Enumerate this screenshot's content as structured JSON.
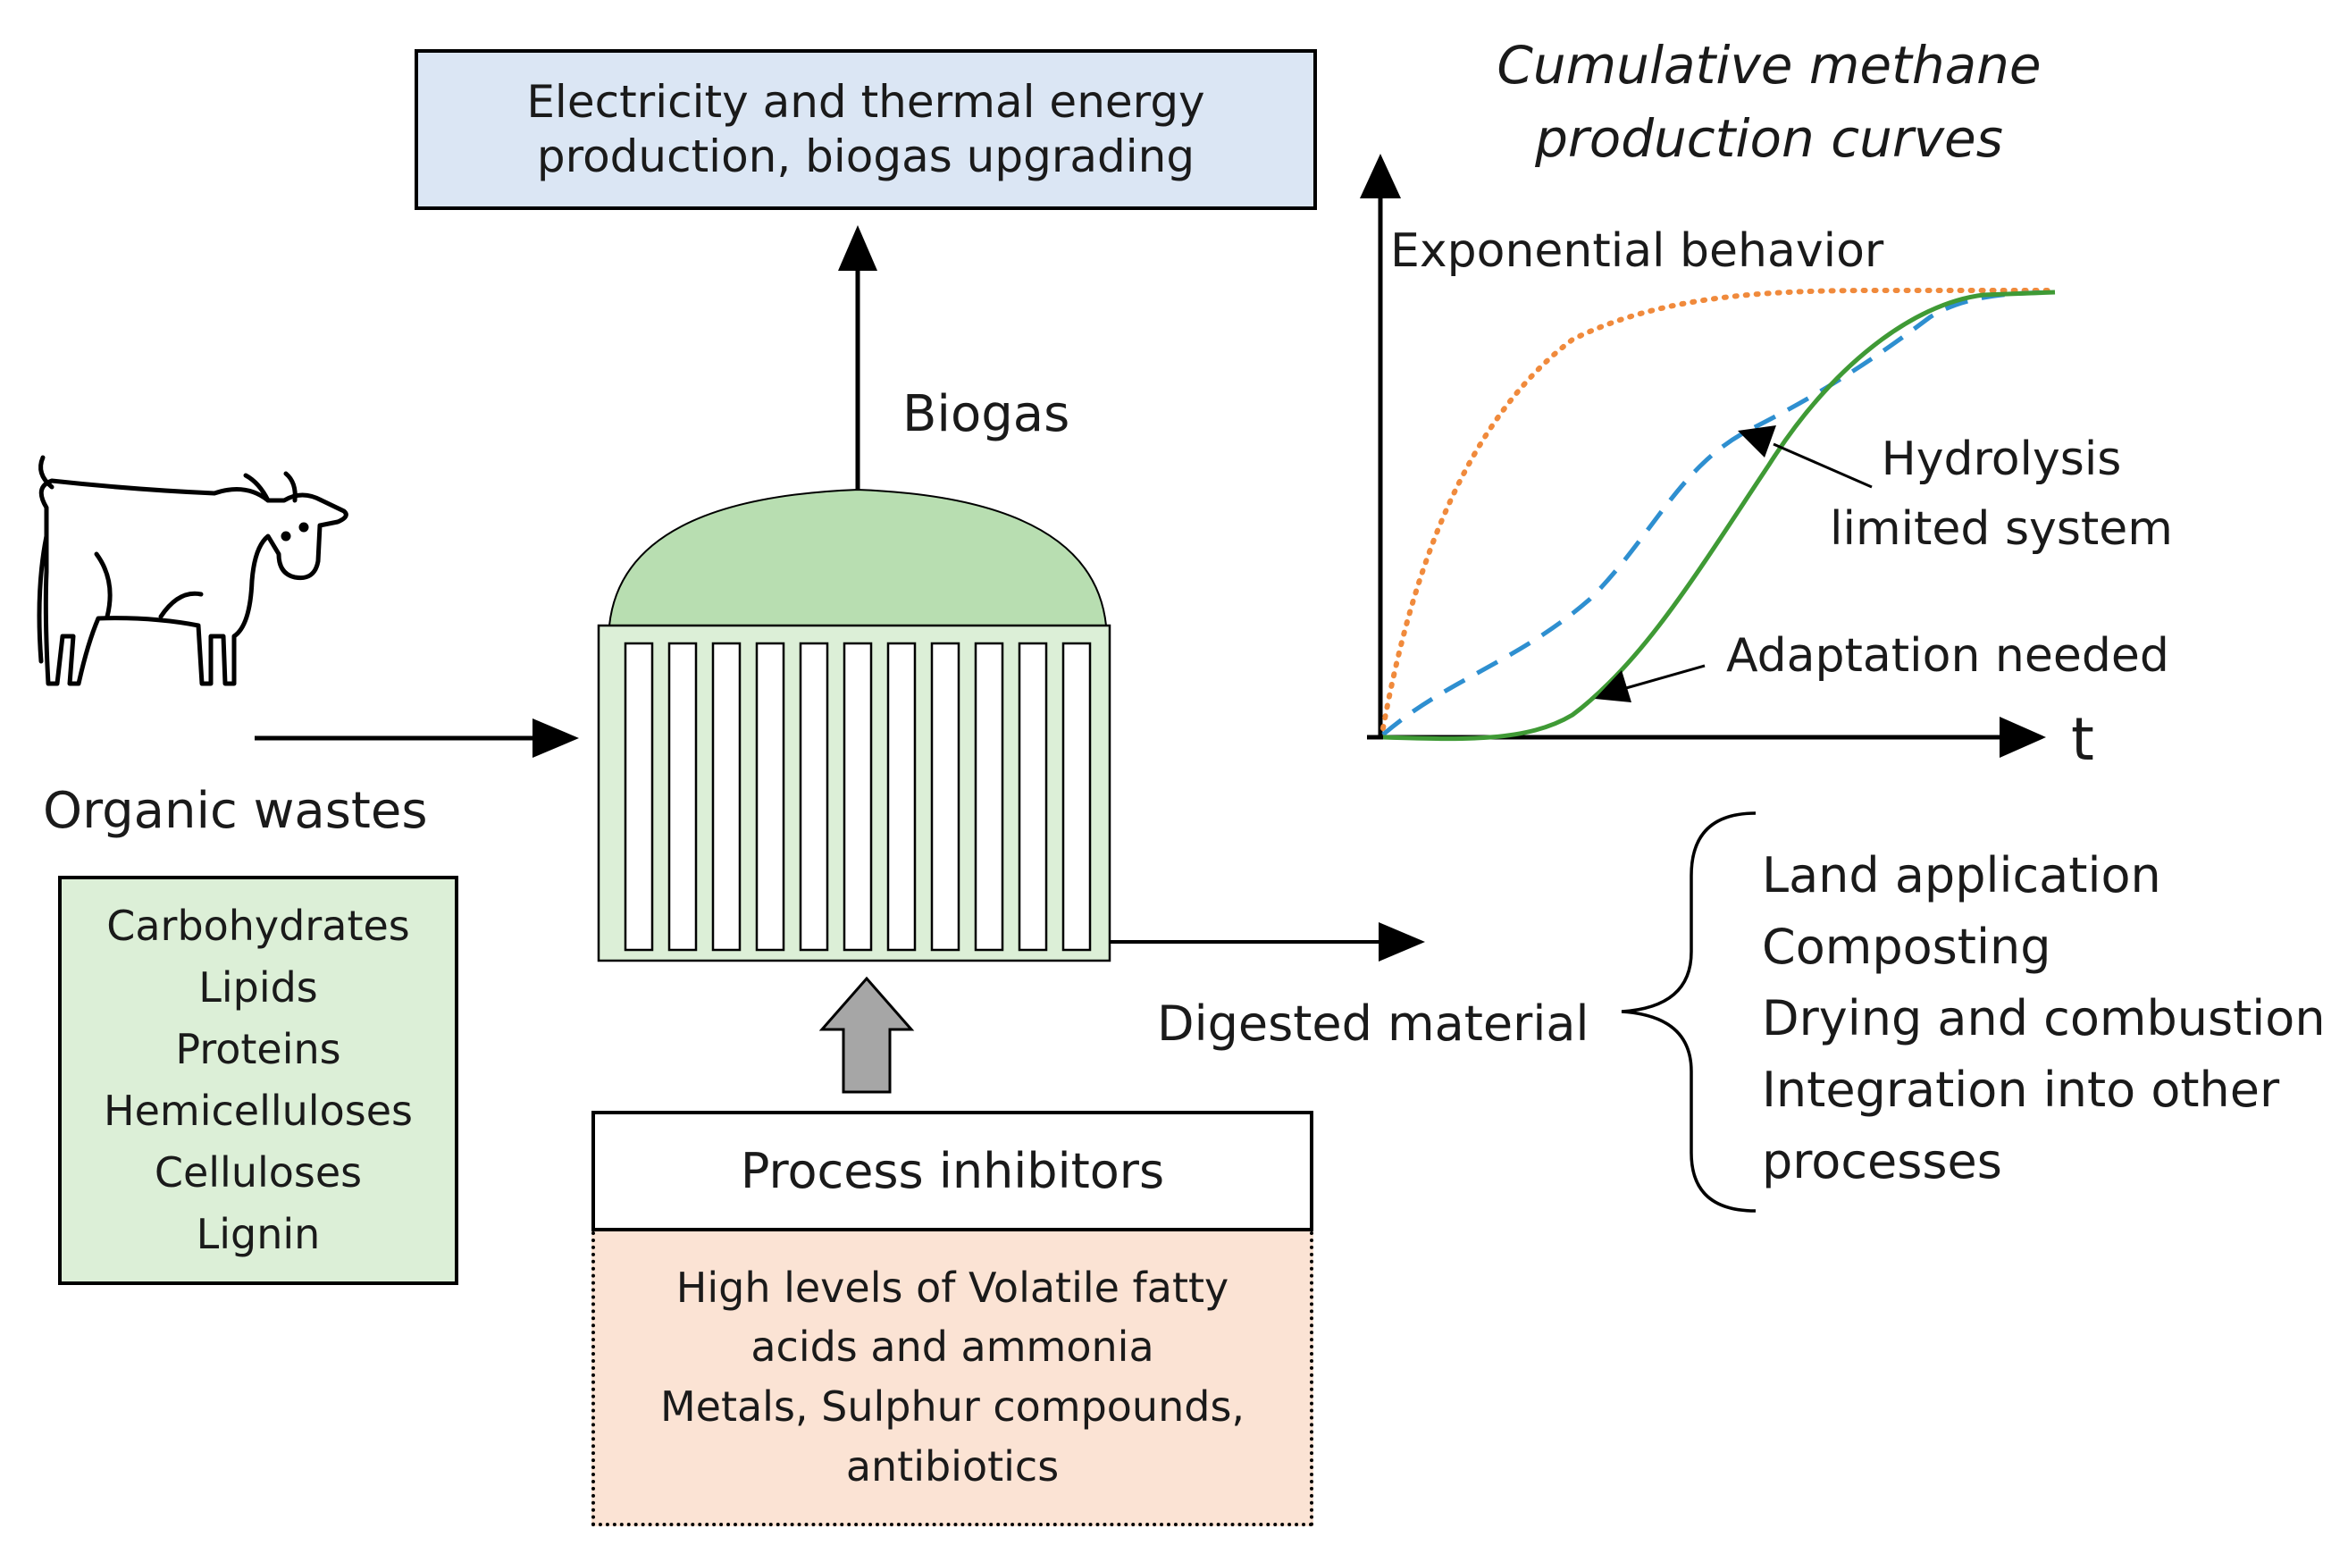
{
  "energy_box": {
    "lines": [
      "Electricity and thermal energy",
      "production, biogas upgrading"
    ],
    "fill": "#dbe6f4"
  },
  "biogas_label": "Biogas",
  "organic_wastes_label": "Organic wastes",
  "organic_components": {
    "items": [
      "Carbohydrates",
      "Lipids",
      "Proteins",
      "Hemicelluloses",
      "Celluloses",
      "Lignin"
    ],
    "fill": "#dcefd7"
  },
  "reactor": {
    "dome_fill": "#b8deb1",
    "body_fill": "#dcefd7"
  },
  "inhibitors": {
    "title": "Process inhibitors",
    "lines": [
      "High levels of Volatile fatty",
      "acids and ammonia",
      "Metals, Sulphur compounds,",
      "antibiotics"
    ],
    "fill": "#fbe3d4",
    "arrow_fill": "#a6a6a6"
  },
  "digested_material_label": "Digested material",
  "digestate_uses": [
    "Land application",
    "Composting",
    "Drying and combustion",
    "Integration into other",
    "processes"
  ],
  "methane_chart": {
    "title_lines": [
      "Cumulative methane",
      "production curves"
    ],
    "x_axis_label": "t",
    "annotations": {
      "exponential": "Exponential behavior",
      "hydrolysis": [
        "Hydrolysis",
        "limited system"
      ],
      "adaptation": "Adaptation needed"
    },
    "colors": {
      "exponential": "#f08a3c",
      "hydrolysis": "#2e8fd0",
      "adaptation": "#3f9a35"
    }
  }
}
